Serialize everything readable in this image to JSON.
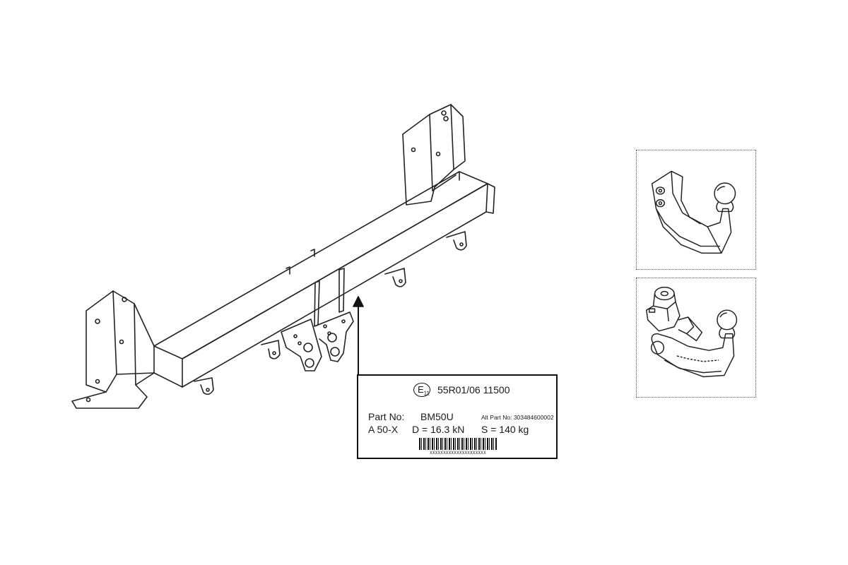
{
  "label": {
    "approval_mark": "E",
    "approval_mark_sub": "11",
    "approval_number": "55R01/06 11500",
    "part_no_label": "Part No:",
    "part_no_value": "BM50U",
    "alt_part": "Alt Part No: 303484600002",
    "class": "A 50-X",
    "d_value": "D = 16.3 kN",
    "s_value": "S = 140 kg",
    "barcode_text": "XXXXXXXXXXXXXXXXXXXXX"
  },
  "colors": {
    "line": "#222222",
    "background": "#ffffff"
  },
  "icons": [
    "towbar-crossbeam-drawing",
    "detachable-towball-icon",
    "electric-socket-towball-icon",
    "pointer-arrow-icon"
  ]
}
